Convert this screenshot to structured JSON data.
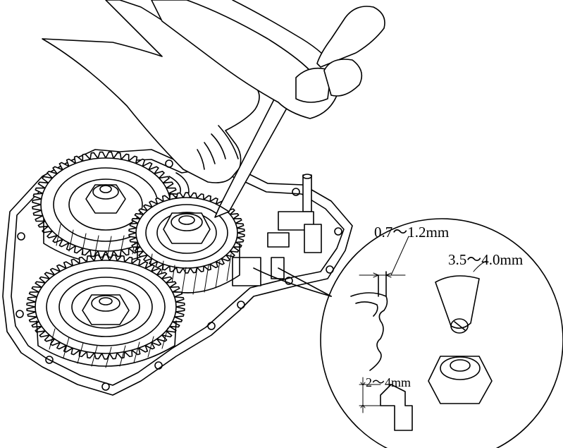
{
  "annotations": {
    "ring_gap": "0.7～1.2mm",
    "punch_tip": "3.5～4.0mm",
    "stake_depth": "2～4mm"
  },
  "gears": [
    {
      "id": "gear-top-left",
      "teeth": 52
    },
    {
      "id": "gear-center",
      "teeth": 46
    },
    {
      "id": "gear-bottom-left",
      "teeth": 58
    }
  ]
}
